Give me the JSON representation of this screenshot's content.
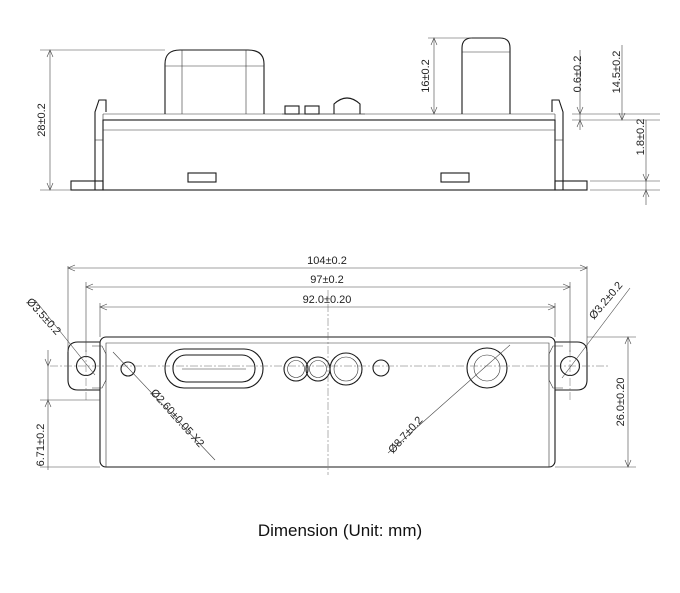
{
  "side_view": {
    "height_total": "28±0.2",
    "height_cap": "16±0.2",
    "dim_small_1": "0.6±0.2",
    "dim_small_2": "14.5±0.2",
    "dim_flange": "1.8±0.2"
  },
  "top_view": {
    "width_overall": "104±0.2",
    "width_holes": "97±0.2",
    "width_body": "92.0±0.20",
    "hole_left": "Ø3.5±0.2",
    "hole_right": "Ø3.2±0.2",
    "hole_small": "Ø2.60±0.05 X2",
    "hole_large": "Ø8.7±0.2",
    "height_body": "26.0±0.20",
    "hole_offset": "6.71±0.2"
  },
  "caption": "Dimension (Unit:  mm)"
}
